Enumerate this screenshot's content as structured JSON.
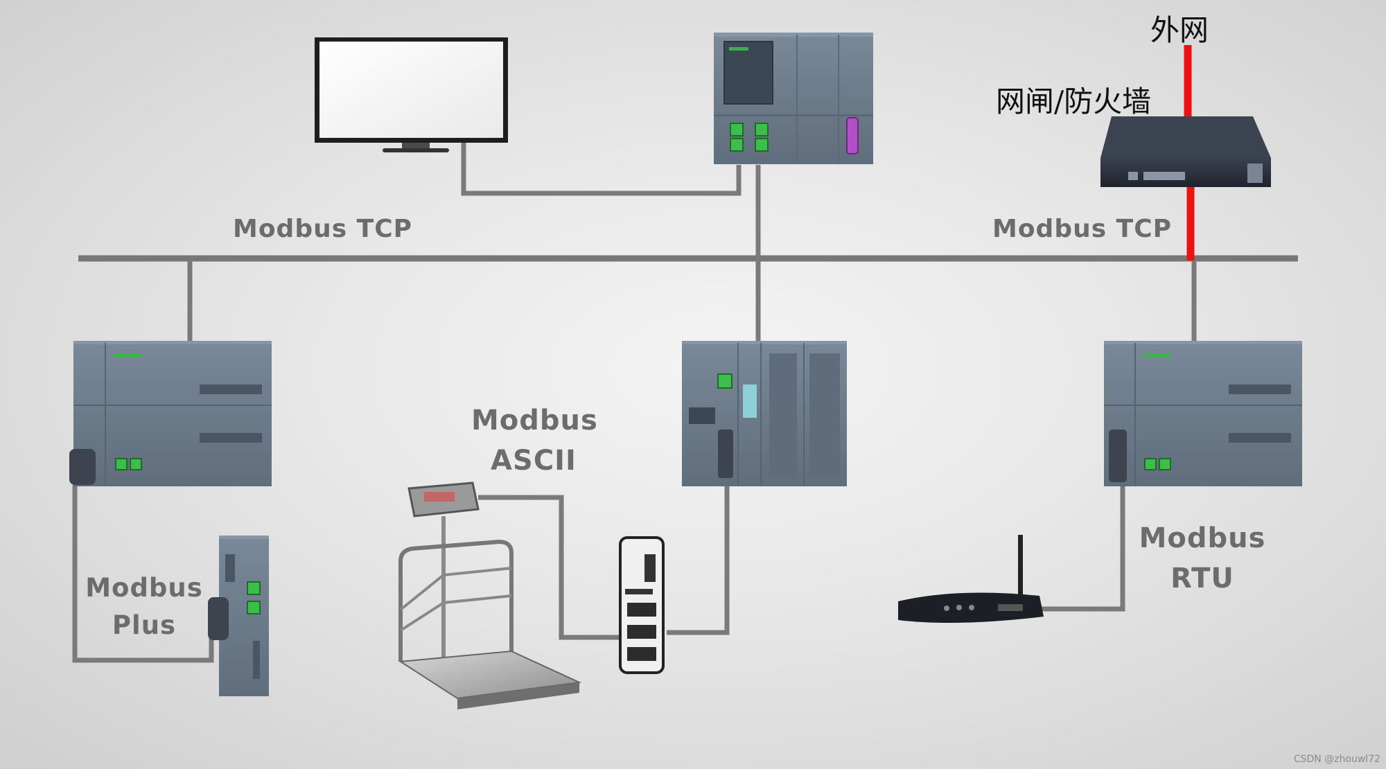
{
  "diagram": {
    "labels": {
      "external_network": "外网",
      "firewall": "网闸/防火墙",
      "modbus_tcp_left": "Modbus TCP",
      "modbus_tcp_right": "Modbus TCP",
      "modbus_ascii_line1": "Modbus",
      "modbus_ascii_line2": "ASCII",
      "modbus_plus_line1": "Modbus",
      "modbus_plus_line2": "Plus",
      "modbus_rtu_line1": "Modbus",
      "modbus_rtu_line2": "RTU"
    },
    "watermark": "CSDN @zhouwl72",
    "colors": {
      "backbone": "#777777",
      "wire": "#7a7a7a",
      "firewall_link": "#ee1111",
      "device_body": "#6e7d8e",
      "device_dark": "#55606d",
      "port_green": "#3bbf4a"
    }
  }
}
